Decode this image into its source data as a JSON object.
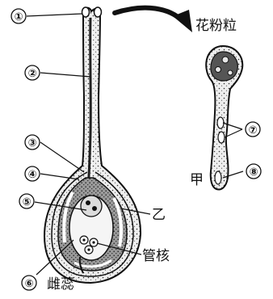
{
  "labels": {
    "n1": "①",
    "n2": "②",
    "n3": "③",
    "n4": "④",
    "n5": "⑤",
    "n6": "⑥",
    "n7": "⑦",
    "n8": "⑧",
    "pollen_grain": "花粉粒",
    "jia": "甲",
    "yi": "乙",
    "tube_nucleus": "管核",
    "pistil": "雌蕊"
  }
}
